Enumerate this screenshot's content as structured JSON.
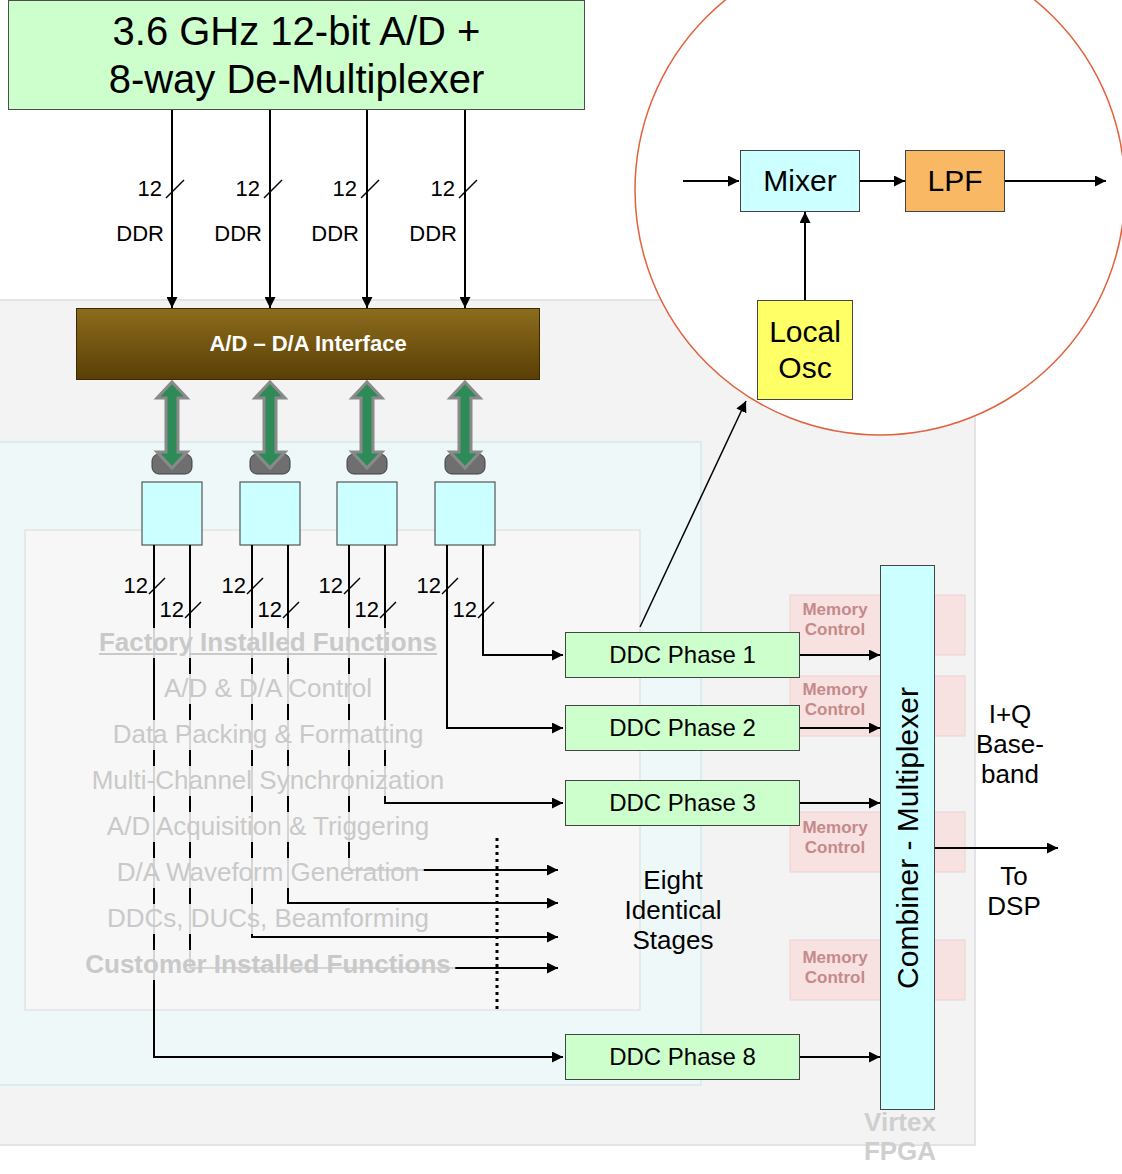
{
  "diagram": {
    "nodes": [
      {
        "text": [
          "3.6 GHz 12-bit A/D + 8-way De-Multiplexer"
        ]
      },
      {
        "text": [
          "A/D – D/A Interface"
        ]
      },
      {
        "text": [
          "DDC Phase 1"
        ]
      },
      {
        "text": [
          "DDC Phase 2"
        ]
      },
      {
        "text": [
          "DDC Phase 3"
        ]
      },
      {
        "text": [
          "DDC Phase 8"
        ]
      },
      {
        "text": [
          "Combiner - Multiplexer"
        ]
      },
      {
        "text": [
          "Mixer"
        ]
      },
      {
        "text": [
          "LPF"
        ]
      },
      {
        "text": [
          "Local Osc"
        ]
      }
    ],
    "edges": [
      {
        "from": 0,
        "to": 1,
        "arrow": "to"
      },
      {
        "from": 0,
        "to": 1,
        "arrow": "to"
      },
      {
        "from": 0,
        "to": 1,
        "arrow": "to"
      },
      {
        "from": 0,
        "to": 1,
        "arrow": "to"
      },
      {
        "from": 2,
        "to": 6,
        "arrow": "to"
      },
      {
        "from": 3,
        "to": 6,
        "arrow": "to"
      },
      {
        "from": 4,
        "to": 6,
        "arrow": "to"
      },
      {
        "from": 5,
        "to": 6,
        "arrow": "to"
      },
      {
        "from": 9,
        "to": 7,
        "arrow": "to"
      },
      {
        "from": 7,
        "to": 8,
        "arrow": "to"
      }
    ],
    "labels": [
      "12",
      "12",
      "12",
      "12",
      "DDR",
      "DDR",
      "DDR",
      "DDR",
      "12",
      "12",
      "12",
      "12",
      "12",
      "12",
      "12",
      "12",
      "Factory Installed Functions",
      "A/D & D/A Control",
      "Data Packing & Formatting",
      "Multi-Channel Synchronization",
      "A/D Acquisition & Triggering",
      "D/A Waveform Generation",
      "DDCs, DUCs, Beamforming",
      "Customer Installed Functions",
      "Memory Control",
      "Memory Control",
      "Memory Control",
      "Memory Control",
      "I+Q Base-band",
      "Eight Identical Stages",
      "To DSP",
      "Virtex FPGA"
    ]
  }
}
